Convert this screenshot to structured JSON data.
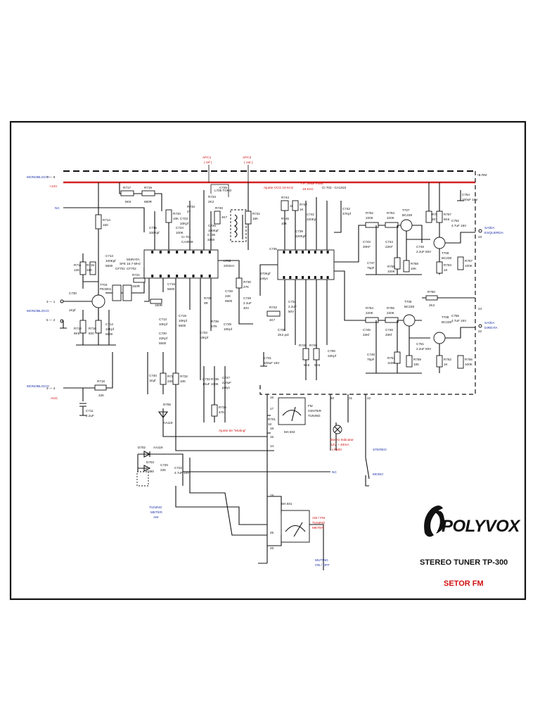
{
  "brand": "POLYVOX",
  "title": "STEREO TUNER TP-300",
  "subtitle": "SETOR FM",
  "rails": {
    "afc1": "AFC1",
    "afc1_sub": "( ref )",
    "afc2": "AFC2",
    "afc2_sub": "( out )",
    "rm": "+B RM",
    "plus12": "+12V"
  },
  "connectors": [
    {
      "id": "monobloco-top",
      "text": "MONOBLOCO",
      "pin": "7 — 5",
      "color": "#1a2fa8"
    },
    {
      "id": "plus12v",
      "text": "+12V",
      "pin": "",
      "color": "#d01010"
    },
    {
      "id": "nc-top",
      "text": "NC",
      "pin": "",
      "color": "#1a2fa8"
    },
    {
      "id": "monobloco-mid",
      "text": "MONOBLOCO",
      "pin": "3 — 1",
      "color": "#1a2fa8"
    },
    {
      "id": "mid-pin",
      "text": "",
      "pin": "5 — 2",
      "color": "#1a2fa8"
    },
    {
      "id": "monobloco-bot",
      "text": "MONOBLOCO",
      "pin": "3 — 4",
      "color": "#1a2fa8"
    },
    {
      "id": "agc",
      "text": "AGC",
      "pin": "",
      "color": "#d01010"
    }
  ],
  "ic_labels": {
    "ci701": "CI 701",
    "ci701_sub": "CA3089",
    "ci702": "CI 702 - CA1310",
    "ajuste_vco": "Ajuste VCO 19 KHz",
    "tp_teste": "T.P. Teste Point",
    "tp_teste_sub": "19 KHz",
    "l705": "L705 TOKO"
  },
  "outputs": {
    "left": "SAÍDA",
    "left_sub": "ESQUERDA",
    "right": "SAÍDA",
    "right_sub": "DIREITA"
  },
  "meters": {
    "fm_center": "FM",
    "fm_center_sub": "CENTER",
    "fm_center_sub2": "TUNING",
    "ma502": "MA 502",
    "am_fm": "AM / FM",
    "am_fm_sub": "TUNING",
    "am_fm_sub2": "METER",
    "ma501": "MA 501",
    "stereo_ind": "Stereo Indicator",
    "stereo_ind_sub": "12V ~ 40mA",
    "stereo_ind_sub2": "LP500"
  },
  "switches": {
    "stereo": "STEREO",
    "mono": "MONO",
    "muting": "MUTING",
    "muting_sub": "ON / OFF",
    "ajuste_muting": "Ajuste de \"Muting\"",
    "tuning_meter": "TUNING",
    "tuning_meter_sub": "METER",
    "tuning_meter_sub2": "AM",
    "nc_bottom": "NC",
    "murata": "MURATA",
    "murata_sub": "SFE 10.7 MHz"
  },
  "components": [
    {
      "ref": "R717",
      "val": "5K6"
    },
    {
      "ref": "R719",
      "val": "680R"
    },
    {
      "ref": "R714",
      "val": "150"
    },
    {
      "ref": "R711",
      "val": "12K"
    },
    {
      "ref": "R715",
      "val": "330"
    },
    {
      "ref": "C713",
      "val": "100Kpf"
    },
    {
      "ref": "C714",
      "val": "10Kpf"
    },
    {
      "ref": "T703",
      "val": "PE3001"
    },
    {
      "ref": "C730",
      "val": "1Kpf"
    },
    {
      "ref": "R712",
      "val": "6K8"
    },
    {
      "ref": "R716",
      "val": "820"
    },
    {
      "ref": "C716",
      "val": "5500"
    },
    {
      "ref": "CF701",
      "val": ""
    },
    {
      "ref": "CF702",
      "val": ""
    },
    {
      "ref": "R721",
      "val": "150R"
    },
    {
      "ref": "R720",
      "val": "10K"
    },
    {
      "ref": "C715",
      "val": "100Kpf"
    },
    {
      "ref": "C723",
      "val": "10Kpf"
    },
    {
      "ref": "C724",
      "val": "100K"
    },
    {
      "ref": "R727",
      "val": "150R"
    },
    {
      "ref": "C719",
      "val": "10Kpf"
    },
    {
      "ref": "R733",
      "val": "27"
    },
    {
      "ref": "R734",
      "val": "2K2"
    },
    {
      "ref": "C726",
      "val": "100Kpf"
    },
    {
      "ref": "R740",
      "val": "4K7"
    },
    {
      "ref": "C738",
      "val": "3300"
    },
    {
      "ref": "L706",
      "val": "220mH"
    },
    {
      "ref": "R738",
      "val": "0R"
    },
    {
      "ref": "C733",
      "val": "10Kpf"
    },
    {
      "ref": "R739",
      "val": "47R"
    },
    {
      "ref": "C728",
      "val": "22K"
    },
    {
      "ref": "R730",
      "val": "47K"
    },
    {
      "ref": "C753",
      "val": "2.2uF"
    },
    {
      "ref": "C729",
      "val": "10Kpf"
    },
    {
      "ref": "R741",
      "val": "15K"
    },
    {
      "ref": "R744",
      "val": "1K"
    },
    {
      "ref": "R745",
      "val": "10K"
    },
    {
      "ref": "R747",
      "val": "1K"
    },
    {
      "ref": "C741",
      "val": "220Kpf"
    },
    {
      "ref": "C742",
      "val": "47Kpf"
    },
    {
      "ref": "C735",
      "val": "470Kpf"
    },
    {
      "ref": "C739",
      "val": "220Kpf"
    },
    {
      "ref": "C731",
      "val": "100uF 16V"
    },
    {
      "ref": "R742",
      "val": "4K7"
    },
    {
      "ref": "C734",
      "val": "2.2uF"
    },
    {
      "ref": "C736",
      "val": "2K2 pol"
    },
    {
      "ref": "R748",
      "val": "5K6"
    },
    {
      "ref": "R749",
      "val": "5K6"
    },
    {
      "ref": "C750",
      "val": "22Kpf"
    },
    {
      "ref": "R752",
      "val": "220K"
    },
    {
      "ref": "R753",
      "val": "220K"
    },
    {
      "ref": "C743",
      "val": "20KF"
    },
    {
      "ref": "C744",
      "val": "22KF"
    },
    {
      "ref": "C747",
      "val": "75pF"
    },
    {
      "ref": "R755",
      "val": "100K"
    },
    {
      "ref": "T707",
      "val": "BC238"
    },
    {
      "ref": "R758",
      "val": "10K"
    },
    {
      "ref": "C749",
      "val": "2.2uF 50V"
    },
    {
      "ref": "R761",
      "val": "2K7"
    },
    {
      "ref": "C752",
      "val": "4.7uF 16V"
    },
    {
      "ref": "T709",
      "val": "BC238"
    },
    {
      "ref": "R763",
      "val": "1K"
    },
    {
      "ref": "R757",
      "val": "100K"
    },
    {
      "ref": "C754",
      "val": "100uF 16V"
    },
    {
      "ref": "R754",
      "val": "220K"
    },
    {
      "ref": "R756",
      "val": "220K"
    },
    {
      "ref": "C745",
      "val": "22Kf"
    },
    {
      "ref": "C746",
      "val": "20Kf"
    },
    {
      "ref": "C748",
      "val": "75pF"
    },
    {
      "ref": "R751",
      "val": "110K"
    },
    {
      "ref": "T706",
      "val": "BC238"
    },
    {
      "ref": "R759",
      "val": "10K"
    },
    {
      "ref": "R760",
      "val": "2K2"
    },
    {
      "ref": "C751",
      "val": "2.2uF 50V"
    },
    {
      "ref": "T708",
      "val": "BC238"
    },
    {
      "ref": "R762",
      "val": "1K"
    },
    {
      "ref": "C755",
      "val": "4.7uF 16V"
    },
    {
      "ref": "R756b",
      "val": "100K"
    },
    {
      "ref": "R718",
      "val": "22K"
    },
    {
      "ref": "C711",
      "val": "2.2uF"
    },
    {
      "ref": "C740",
      "val": "1Kpf"
    },
    {
      "ref": "R728",
      "val": "22K"
    },
    {
      "ref": "R732",
      "val": "10K"
    },
    {
      "ref": "C732",
      "val": "10uF"
    },
    {
      "ref": "R736",
      "val": "100K"
    },
    {
      "ref": "C727",
      "val": "220uF"
    },
    {
      "ref": "R735",
      "val": "47K"
    },
    {
      "ref": "D705",
      "val": "AA119"
    },
    {
      "ref": "R701",
      "val": "1K"
    },
    {
      "ref": "D702",
      "val": "AA119"
    },
    {
      "ref": "D703",
      "val": "1N60"
    },
    {
      "ref": "C720",
      "val": "22K"
    },
    {
      "ref": "C722",
      "val": "4.7uF 16V"
    }
  ],
  "pins": [
    "16",
    "17",
    "18",
    "19",
    "20",
    "21",
    "22",
    "23",
    "24",
    "25",
    "26",
    "15",
    "14"
  ]
}
